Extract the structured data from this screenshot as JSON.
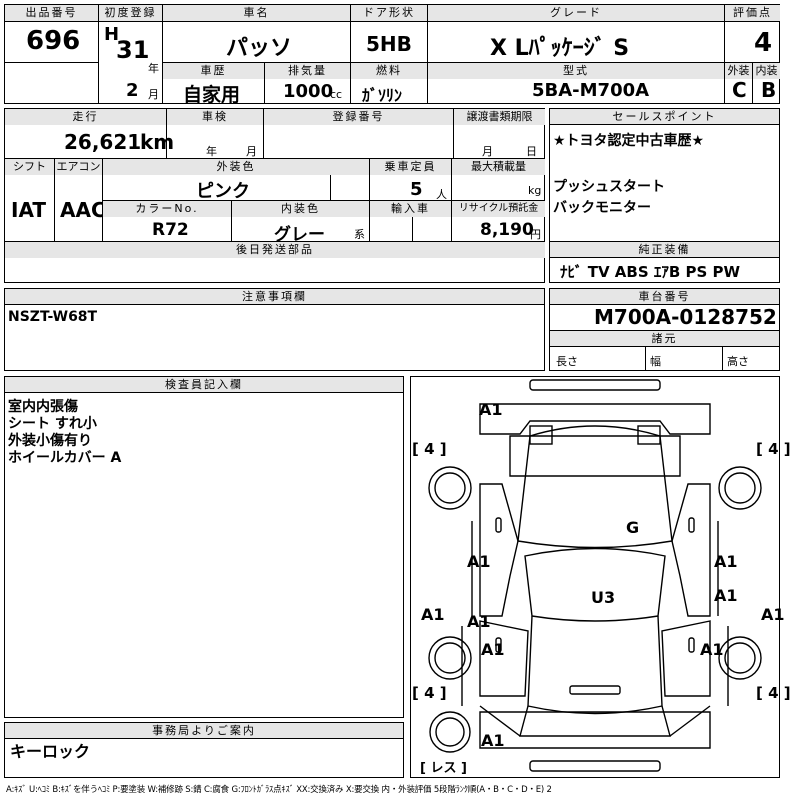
{
  "header": {
    "lot_label": "出品番号",
    "lot": "696",
    "first_reg_label": "初度登録",
    "era": "H",
    "reg_year": "31",
    "year_unit": "年",
    "reg_month": "2",
    "month_unit": "月",
    "name_label": "車名",
    "name": "パッソ",
    "history_label": "車歴",
    "history": "自家用",
    "disp_label": "排気量",
    "displacement": "1000",
    "disp_unit": "cc",
    "door_label": "ドア形状",
    "door": "5HB",
    "fuel_label": "燃料",
    "fuel": "ｶﾞｿﾘﾝ",
    "grade_label": "グレード",
    "grade": "X Lﾊﾟｯｹｰｼﾞ S",
    "model_label": "型式",
    "model": "5BA-M700A",
    "score_label": "評価点",
    "score": "4",
    "ext_label": "外装",
    "ext": "C",
    "int_label": "内装",
    "int": "B"
  },
  "row2": {
    "mileage_label": "走行",
    "mileage": "26,621",
    "mileage_unit": "km",
    "inspection_label": "車検",
    "insp_year_unit": "年",
    "insp_month_unit": "月",
    "regno_label": "登録番号",
    "handover_label": "譲渡書類期限",
    "handover_month": "月",
    "handover_day": "日",
    "shift_label": "シフト",
    "shift": "IAT",
    "ac_label": "エアコン",
    "ac": "AAC",
    "color_label": "外装色",
    "color": "ピンク",
    "capacity_label": "乗車定員",
    "capacity": "5",
    "capacity_unit": "人",
    "load_label": "最大積載量",
    "load_unit": "kg",
    "colorno_label": "カラーNo.",
    "colorno": "R72",
    "interior_label": "内装色",
    "interior": "グレー",
    "interior_unit": "系",
    "import_label": "輸入車",
    "recycle_label": "リサイクル預託金",
    "recycle": "8,190",
    "recycle_unit": "円",
    "later_label": "後日発送部品"
  },
  "sales": {
    "label": "セールスポイント",
    "lines": [
      "★トヨタ認定中古車歴★",
      "",
      "プッシュスタート",
      "バックモニター"
    ]
  },
  "equipment": {
    "label": "純正装備",
    "items": "ﾅﾋﾞ TV ABS ｴｱB PS PW"
  },
  "notes": {
    "label": "注意事項欄",
    "text": "NSZT-W68T"
  },
  "chassis": {
    "label": "車台番号",
    "number": "M700A-0128752",
    "dims_label": "諸元",
    "length": "長さ",
    "width": "幅",
    "height": "高さ"
  },
  "inspector": {
    "label": "検査員記入欄",
    "lines": [
      "室内内張傷",
      "シート すれ小",
      "外装小傷有り",
      "ホイールカバー A"
    ]
  },
  "office": {
    "label": "事務局よりご案内",
    "text": "キーロック"
  },
  "diagram": {
    "tire_fl": "[ 4 ]",
    "tire_fr": "[ 4 ]",
    "tire_rl": "[ 4 ]",
    "tire_rr": "[ 4 ]",
    "spare": "[ レス ]",
    "marks": {
      "a1_front": "A1",
      "g_hood": "G",
      "a1_lf": "A1",
      "a1_rf": "A1",
      "u3_roof": "U3",
      "a1_rd_r": "A1",
      "a1_l_side": "A1",
      "a1_r_side": "A1",
      "a1_ld": "A1",
      "a1_lr": "A1",
      "a1_rr": "A1",
      "a1_rear": "A1"
    }
  },
  "legend": "A:ｷｽﾞ U:ﾍｺﾐ B:ｷｽﾞを伴うﾍｺﾐ P:要塗装 W:補修跡 S:錆 C:腐食 G:ﾌﾛﾝﾄｶﾞﾗｽ点ｷｽﾞ XX:交換済み X:要交換  内・外装評価  5段階ﾗﾝｸ順(A・B・C・D・E) 2"
}
